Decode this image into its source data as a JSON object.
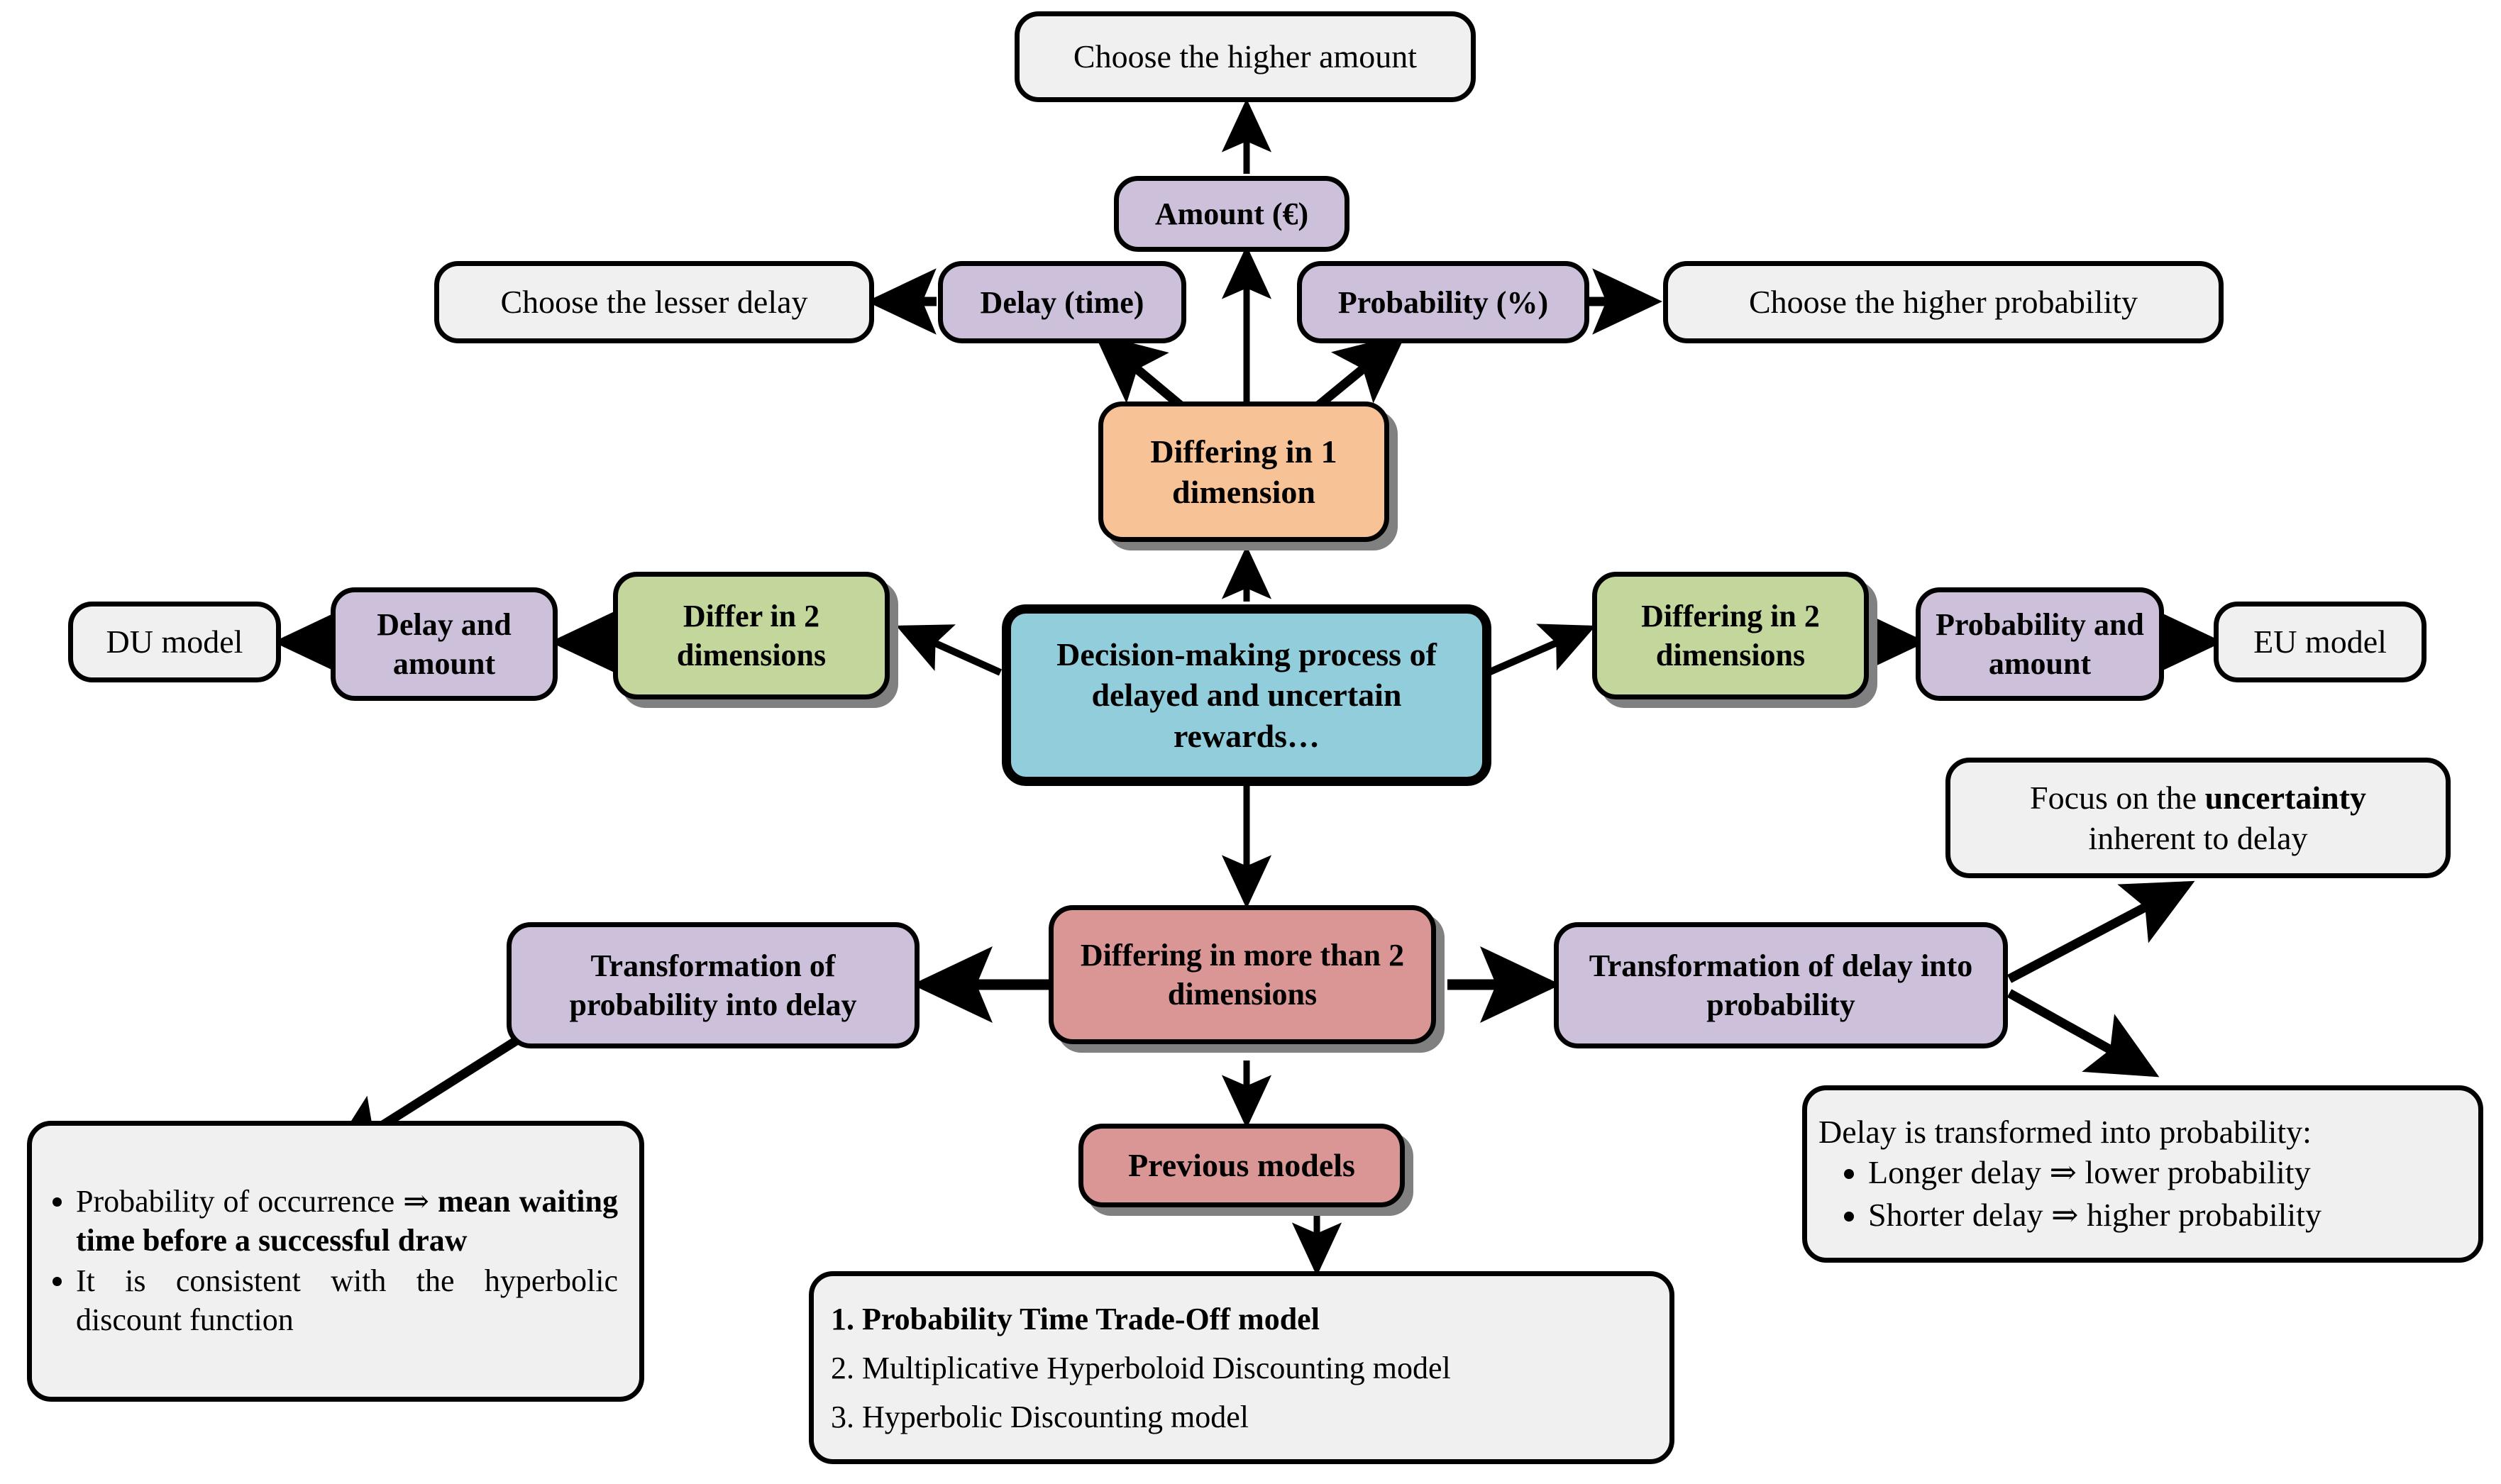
{
  "diagram": {
    "title": "Decision-making process of delayed and uncertain rewards",
    "colors": {
      "purple": "#CCC0DA",
      "green": "#C3D69B",
      "orange": "#F7C396",
      "blue": "#92CDDC",
      "red": "#D99694",
      "plain": "#F0F0F0",
      "border": "#000000",
      "shadow": "#808080"
    },
    "nodes": {
      "choose_higher_amount": "Choose the higher amount",
      "amount": "Amount (€)",
      "choose_lesser_delay": "Choose the lesser delay",
      "delay": "Delay (time)",
      "probability": "Probability (%)",
      "choose_higher_probability": "Choose the higher probability",
      "differing_in_1_dimension": "Differing in 1 dimension",
      "du_model": "DU model",
      "delay_and_amount": "Delay and amount",
      "differ_in_2_dimensions_left": "Differ in 2 dimensions",
      "center": "Decision-making process of delayed and uncertain rewards…",
      "differing_in_2_dimensions_right": "Differing in 2 dimensions",
      "probability_and_amount": "Probability and amount",
      "eu_model": "EU model",
      "transformation_prob_into_delay": "Transformation of probability into delay",
      "differing_in_more_than_2": "Differing in more than 2 dimensions",
      "transformation_delay_into_prob": "Transformation of delay into probability",
      "previous_models": "Previous models"
    },
    "focus_box": {
      "line1_prefix": "Focus on the ",
      "line1_bold": "uncertainty",
      "line2": "inherent to delay"
    },
    "prob_delay_box": {
      "bullet1_normal_a": "Probability of occurrence ⇒ ",
      "bullet1_bold": "mean waiting time before a successful draw",
      "bullet2": "It is consistent with the hyperbolic discount function"
    },
    "delay_prob_box": {
      "heading": "Delay is transformed into probability:",
      "bullets": [
        "Longer delay ⇒ lower probability",
        "Shorter delay ⇒ higher probability"
      ]
    },
    "previous_models_list": {
      "item1": "1. Probability Time Trade-Off model",
      "item2": "2. Multiplicative Hyperboloid Discounting model",
      "item3": "3. Hyperbolic Discounting model"
    }
  }
}
